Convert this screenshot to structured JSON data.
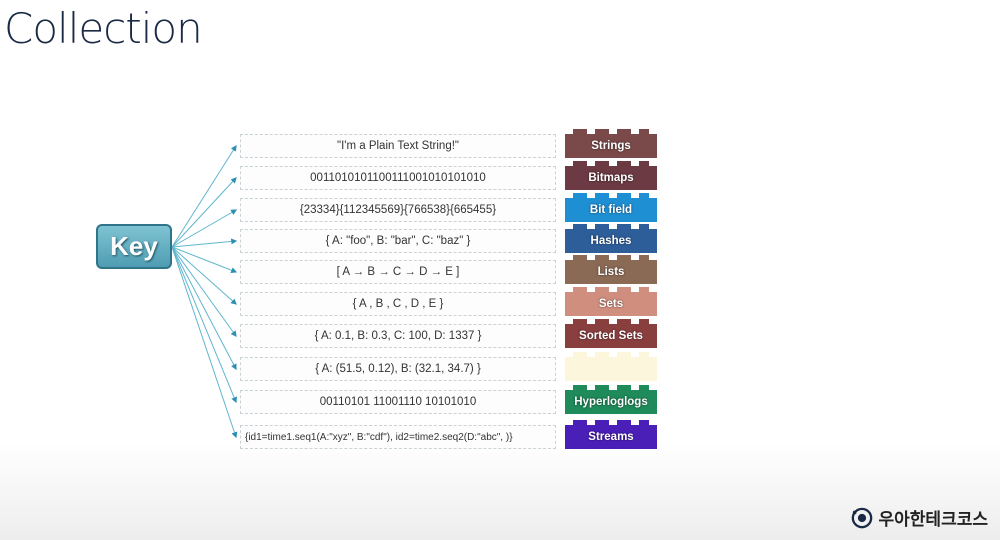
{
  "slide": {
    "title": "Collection"
  },
  "key": {
    "label": "Key"
  },
  "rows": [
    {
      "value": "\"I'm a Plain Text String!\"",
      "type": "Strings",
      "color": "#7a4a4a"
    },
    {
      "value": "0011010101100111001010101010",
      "type": "Bitmaps",
      "color": "#6b3a42"
    },
    {
      "value": "{23334}{112345569}{766538}{665455}",
      "type": "Bit field",
      "color": "#1f8fd4"
    },
    {
      "value": "{ A: \"foo\", B: \"bar\", C: \"baz\" }",
      "type": "Hashes",
      "color": "#2e5e9a"
    },
    {
      "value": "[ A → B → C → D → E ]",
      "type": "Lists",
      "color": "#8a6a55"
    },
    {
      "value": "{ A , B , C , D , E }",
      "type": "Sets",
      "color": "#d08f7e"
    },
    {
      "value": "{ A: 0.1, B: 0.3, C: 100, D: 1337 }",
      "type": "Sorted Sets",
      "color": "#8a3f3f"
    },
    {
      "value": "{ A: (51.5, 0.12), B: (32.1, 34.7) }",
      "type": "",
      "color": "#fbf6dc"
    },
    {
      "value": "00110101 11001110 10101010",
      "type": "Hyperloglogs",
      "color": "#1f8a5a"
    },
    {
      "value": "{id1=time1.seq1(A:\"xyz\", B:\"cdf\"), id2=time2.seq2(D:\"abc\", )}",
      "type": "Streams",
      "color": "#4a1fb8"
    }
  ],
  "footer": {
    "brand": "우아한테크코스",
    "logo_icon": "woowa-logo-icon"
  }
}
